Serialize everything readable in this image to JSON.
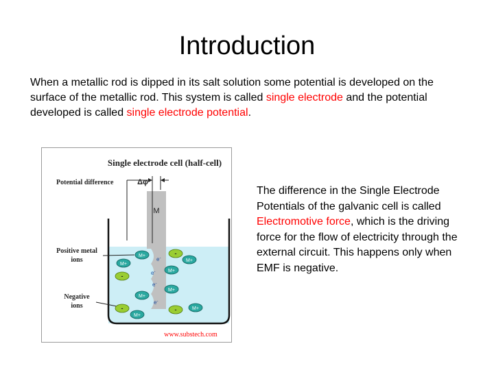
{
  "slide": {
    "title": "Introduction",
    "para1": {
      "text1": "When a metallic rod is dipped in its salt solution some potential is developed on the surface of the metallic rod.  This system is called ",
      "highlight1": "single electrode",
      "text2": " and the potential developed is called ",
      "highlight2": "single electrode potential",
      "text3": "."
    },
    "para2": {
      "text1": "The difference in the Single Electrode Potentials of the galvanic cell is called ",
      "highlight": "Electromotive force",
      "text2": ", which is the driving force for the flow of electricity through the external circuit. This happens only when EMF is negative."
    },
    "highlight_color": "#ff0000"
  },
  "figure": {
    "title": "Single electrode cell (half-cell)",
    "potential_label": "Potential difference",
    "delta_phi": "Δφ",
    "rod_label": "M",
    "positive_label_1": "Positive metal",
    "positive_label_2": "ions",
    "negative_label_1": "Negative",
    "negative_label_2": "ions",
    "cation": "M+",
    "anion": "-",
    "electron": "e",
    "electron_sup": "-",
    "source": "www.substech.com",
    "colors": {
      "solution": "#cdeef6",
      "rod": "#c0c0c0",
      "cation": "#2aa8a0",
      "anion": "#9acd32",
      "source": "#ff0000"
    }
  }
}
